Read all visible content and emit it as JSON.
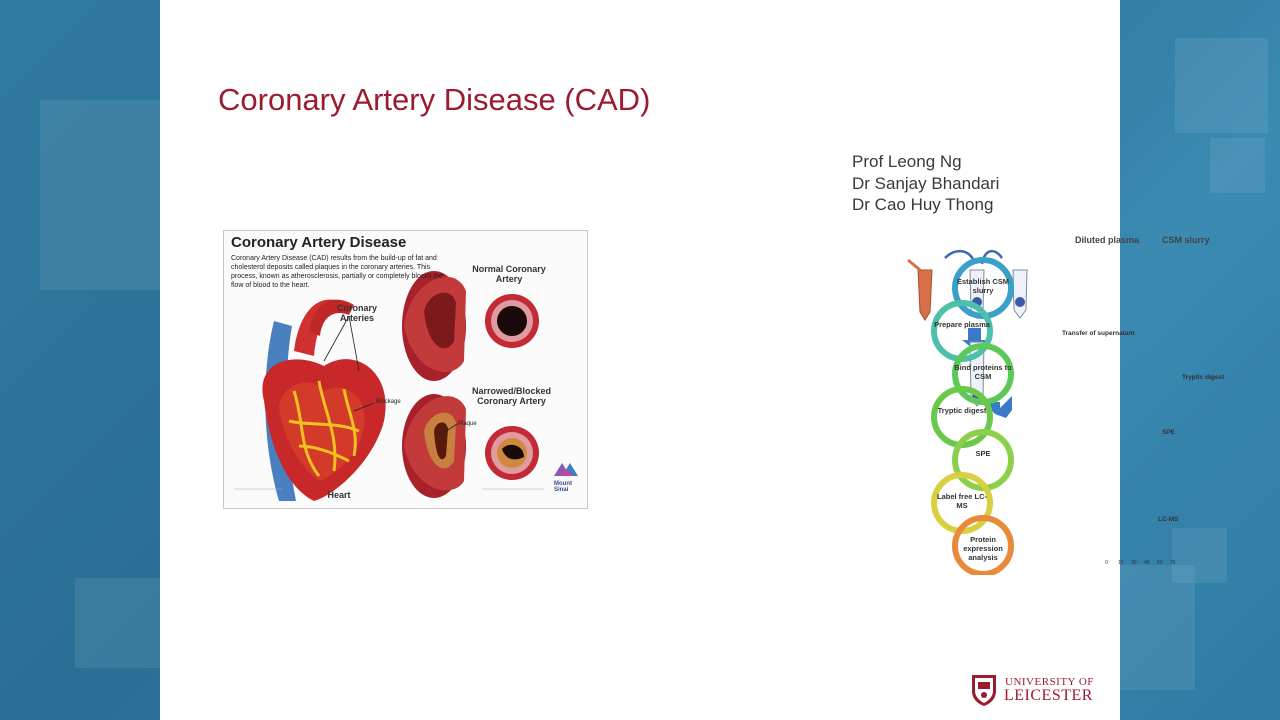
{
  "slide": {
    "title": "Coronary Artery Disease (CAD)",
    "authors": [
      "Prof Leong Ng",
      "Dr Sanjay Bhandari",
      "Dr Cao Huy Thong"
    ]
  },
  "cad_figure": {
    "title": "Coronary Artery Disease",
    "description": "Coronary Artery Disease (CAD) results from the build-up of fat and cholesterol deposits called plaques in the coronary arteries. This process, known as atherosclerosis, partially or completely blocks the flow of blood to the heart.",
    "label_coronary_arteries": "Coronary Arteries",
    "label_normal": "Normal Coronary Artery",
    "label_narrowed": "Narrowed/Blocked Coronary Artery",
    "label_blockage": "Blockage",
    "label_plaque": "Plaque",
    "label_heart": "Heart",
    "logo_text": "Mount Sinai"
  },
  "workflow": {
    "steps": [
      "Establish CSM slurry",
      "Prepare plasma",
      "Bind proteins to CSM",
      "Tryptic digest",
      "SPE",
      "Label free LC-MS",
      "Protein expression analysis"
    ],
    "step_colors": [
      "#3aa0c8",
      "#4cc0a8",
      "#5cc85a",
      "#6cc84a",
      "#8cd04a",
      "#d8d040",
      "#e88a3a"
    ],
    "diagram": {
      "diluted_plasma": "Diluted plasma",
      "csm_slurry": "CSM slurry",
      "transfer": "Transfer of supernatant",
      "tryptic_digest": "Tryptic digest",
      "spe": "SPE",
      "lcms": "LC-MS",
      "axis_ticks": [
        "0",
        "15",
        "30",
        "45",
        "60",
        "75"
      ]
    }
  },
  "logo": {
    "line1": "UNIVERSITY OF",
    "line2": "LEICESTER"
  }
}
